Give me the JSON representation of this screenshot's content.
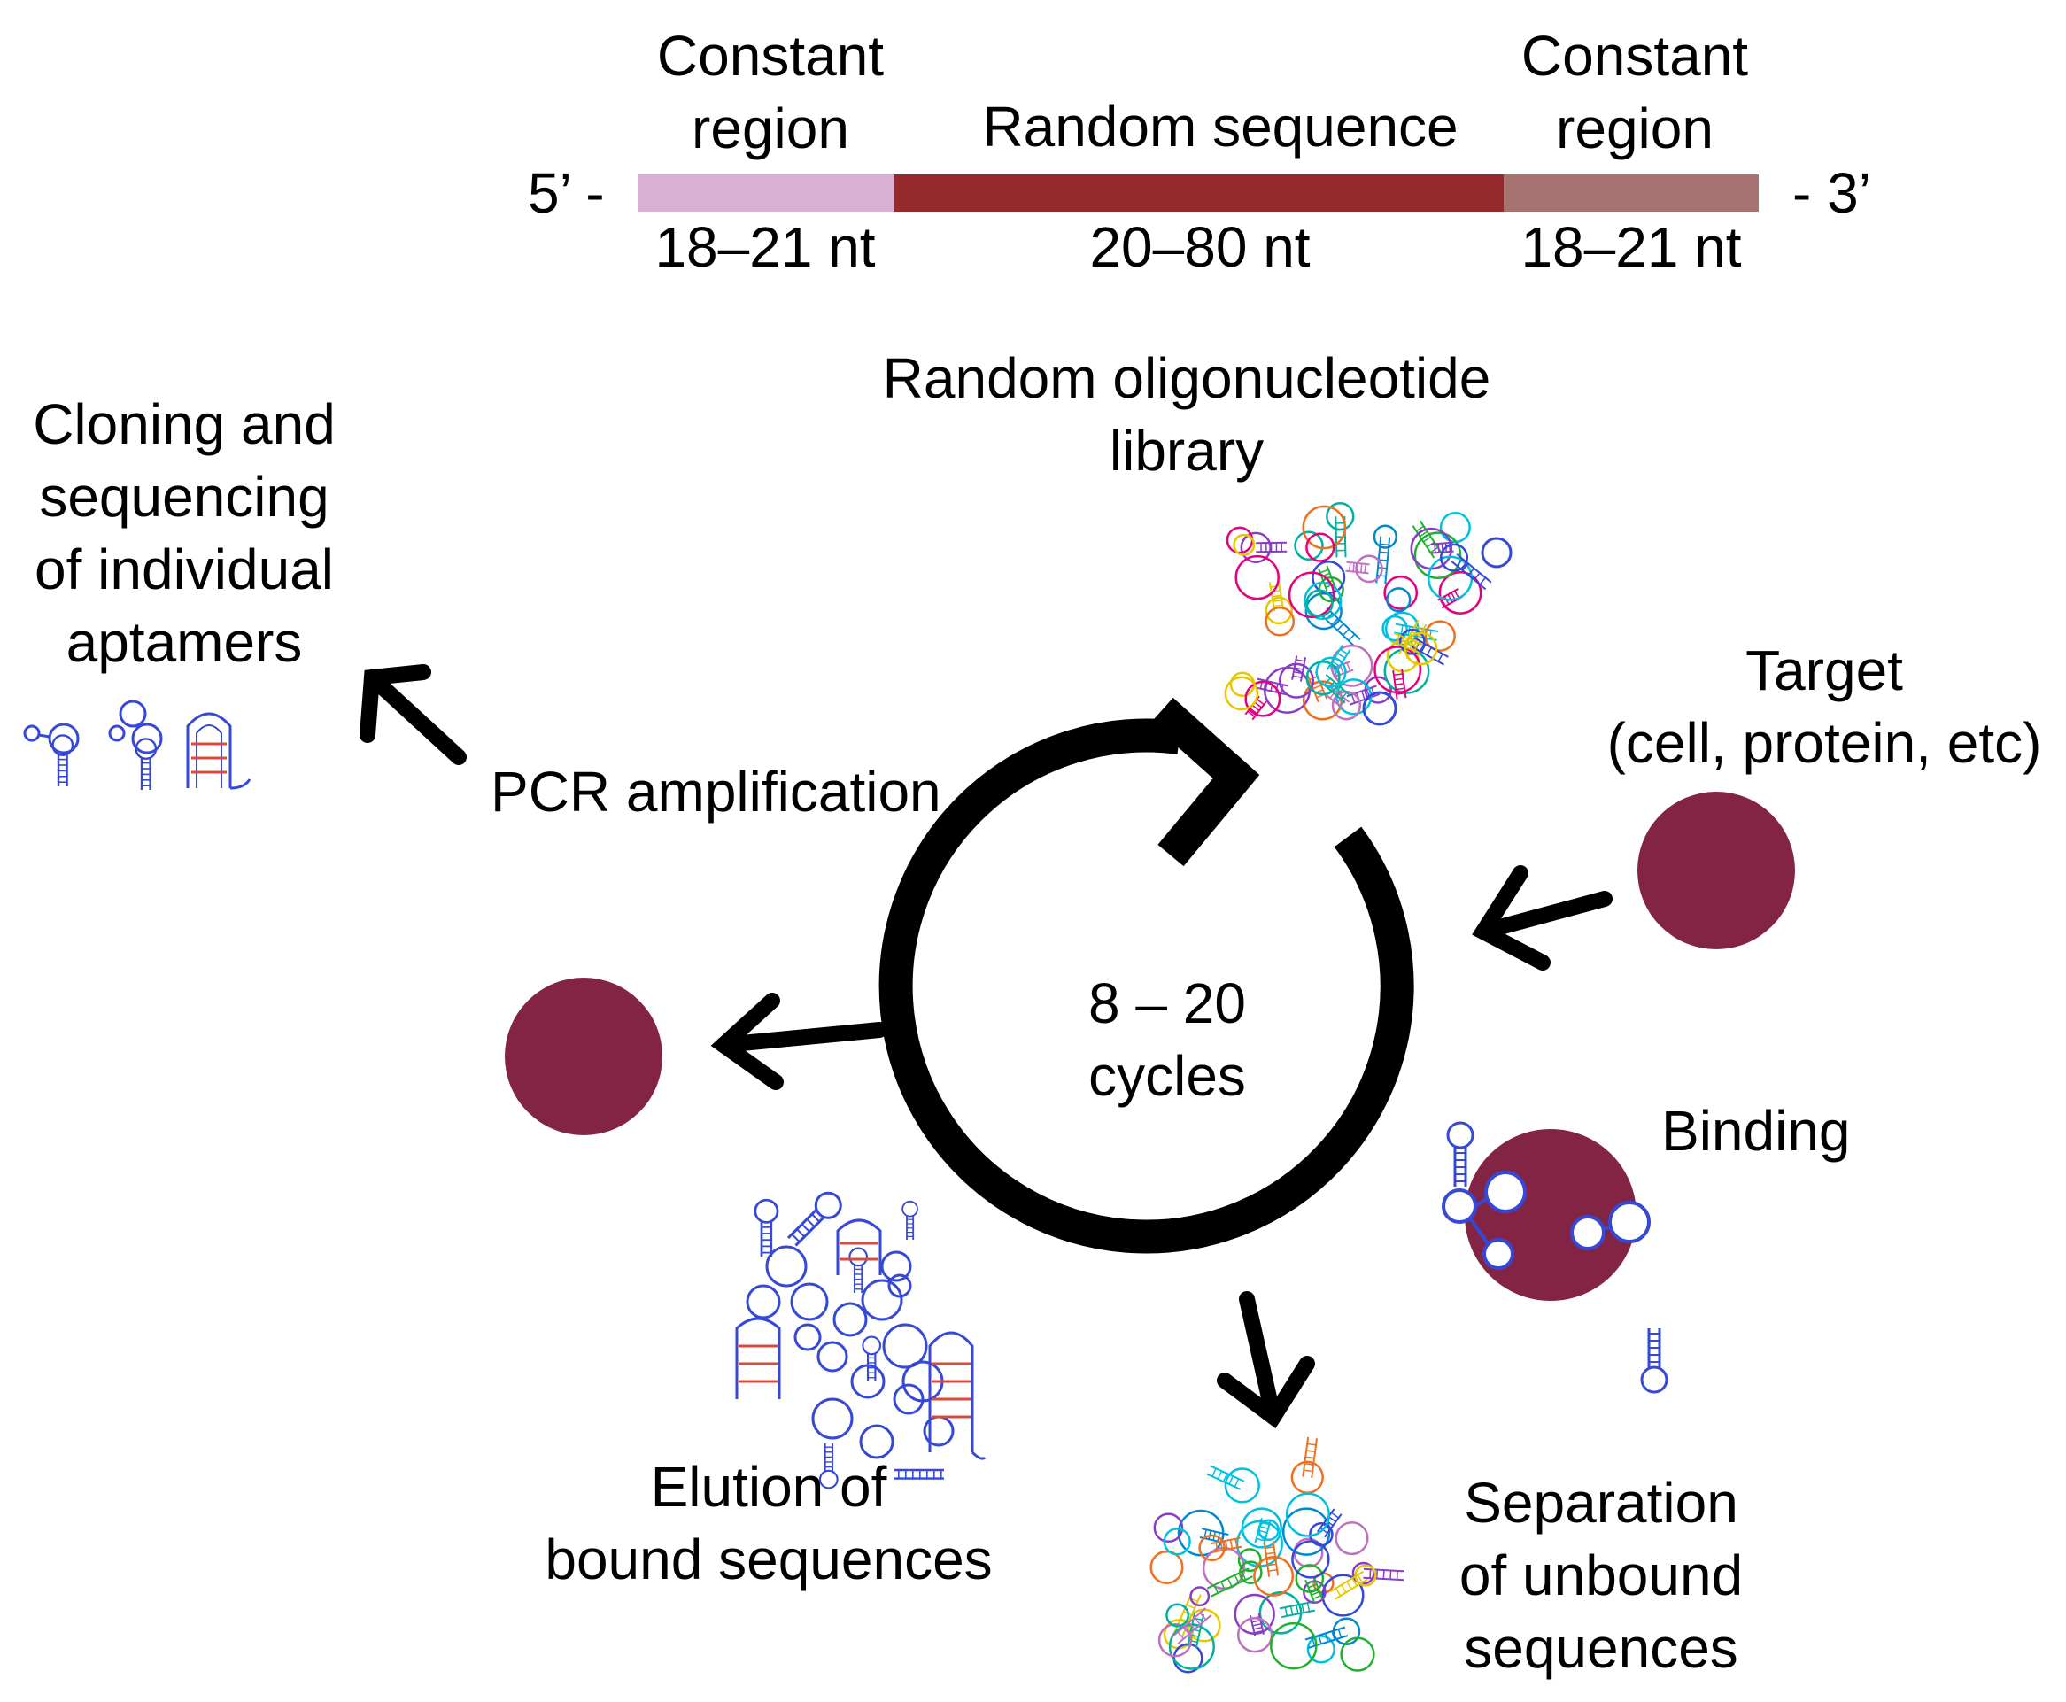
{
  "colors": {
    "constant_left": "#d8b0d4",
    "random": "#952a2e",
    "constant_right": "#a67370",
    "target": "#842444",
    "arrow": "#000000",
    "aptamer_blue": "#3548d8",
    "aptamer_red": "#d84a3a",
    "library_colors": [
      "#e6007e",
      "#0088d0",
      "#00b0a0",
      "#e6c800",
      "#f07020",
      "#3548d8",
      "#8a3cc8",
      "#20b030",
      "#00c0e0",
      "#c070c0"
    ]
  },
  "sequence_bar": {
    "five_prime": "5’ -",
    "three_prime": "- 3’",
    "left_region": [
      "Constant",
      "region"
    ],
    "left_length": "18–21 nt",
    "middle_region": "Random sequence",
    "middle_length": "20–80 nt",
    "right_region": [
      "Constant",
      "region"
    ],
    "right_length": "18–21 nt"
  },
  "steps": {
    "library": [
      "Random oligonucleotide",
      "library"
    ],
    "target": [
      "Target",
      "(cell, protein, etc)"
    ],
    "binding": "Binding",
    "separation": [
      "Separation",
      "of unbound",
      "sequences"
    ],
    "elution": [
      "Elution of",
      "bound sequences"
    ],
    "pcr": "PCR amplification",
    "cloning": [
      "Cloning and",
      "sequencing",
      "of individual",
      "aptamers"
    ]
  },
  "cycle": [
    "8 – 20",
    "cycles"
  ]
}
